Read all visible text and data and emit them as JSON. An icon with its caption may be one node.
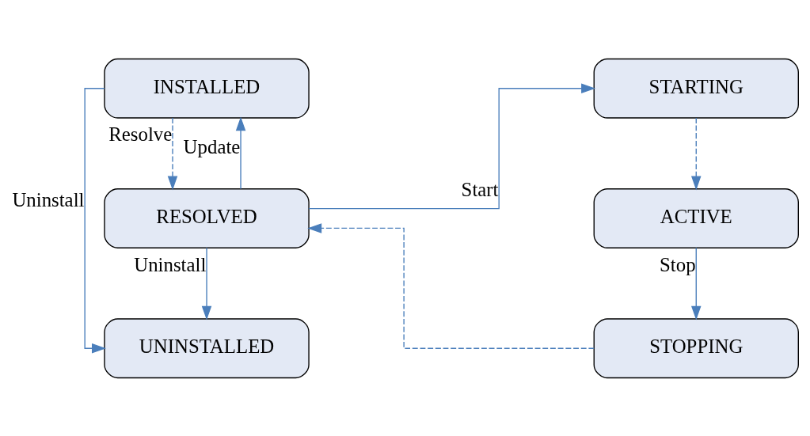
{
  "diagram": {
    "nodes": [
      {
        "text": [
          "INSTALLED"
        ]
      },
      {
        "text": [
          "RESOLVED"
        ]
      },
      {
        "text": [
          "UNINSTALLED"
        ]
      },
      {
        "text": [
          "STARTING"
        ]
      },
      {
        "text": [
          "ACTIVE"
        ]
      },
      {
        "text": [
          "STOPPING"
        ]
      }
    ],
    "edges": [
      {
        "from": 0,
        "to": 1,
        "arrow": "to",
        "label": "Resolve",
        "style": "dashed"
      },
      {
        "from": 1,
        "to": 0,
        "arrow": "to",
        "label": "Update"
      },
      {
        "from": 0,
        "to": 2,
        "arrow": "to",
        "label": "Uninstall"
      },
      {
        "from": 1,
        "to": 2,
        "arrow": "to",
        "label": "Uninstall"
      },
      {
        "from": 1,
        "to": 3,
        "arrow": "to",
        "label": "Start"
      },
      {
        "from": 3,
        "to": 4,
        "arrow": "to",
        "style": "dashed"
      },
      {
        "from": 4,
        "to": 5,
        "arrow": "to",
        "label": "Stop"
      },
      {
        "from": 5,
        "to": 1,
        "arrow": "to",
        "style": "dashed"
      }
    ]
  }
}
